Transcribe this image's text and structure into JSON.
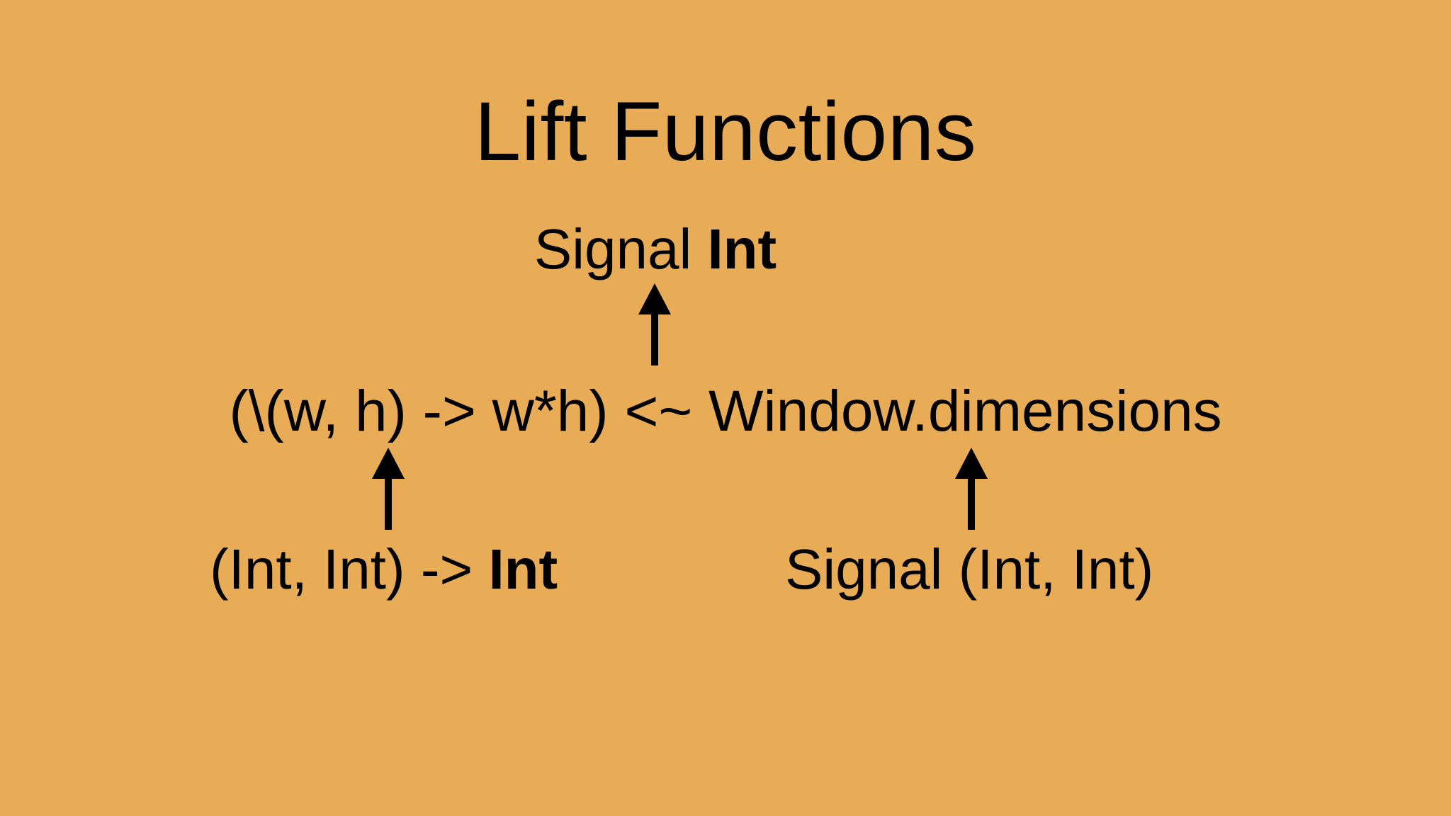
{
  "slide": {
    "title": "Lift Functions",
    "result_type": {
      "prefix": "Signal ",
      "bold": "Int"
    },
    "expression": "(\\(w, h) -> w*h) <~ Window.dimensions",
    "function_type": {
      "prefix": "(Int, Int) -> ",
      "bold": "Int"
    },
    "signal_type": "Signal (Int, Int)",
    "arrow_icon": "up-arrow-icon"
  },
  "colors": {
    "background": "#e8ab56",
    "text": "#000000"
  }
}
